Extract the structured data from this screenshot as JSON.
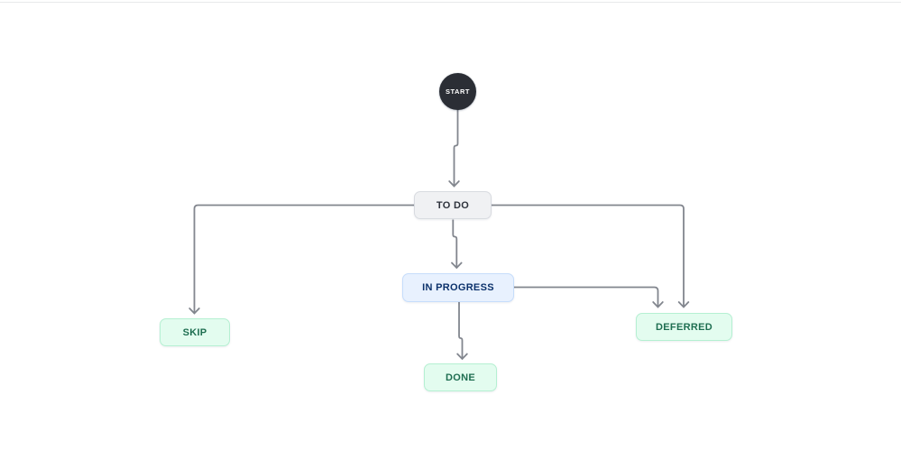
{
  "canvas": {
    "background": "#ffffff",
    "top_border_color": "#e8e9ea"
  },
  "diagram": {
    "connector": {
      "color": "#82868e",
      "width": "1.8"
    },
    "nodes": [
      {
        "id": "start",
        "label": "START",
        "shape": "circle",
        "bg": "#2b2e35",
        "text_color": "#ffffff"
      },
      {
        "id": "todo",
        "label": "TO DO",
        "shape": "rect",
        "bg": "#f0f1f3",
        "border": "#d8dbe0",
        "text_color": "#2e333c"
      },
      {
        "id": "in-progress",
        "label": "IN PROGRESS",
        "shape": "rect",
        "bg": "#e8f1fe",
        "border": "#c6ddfb",
        "text_color": "#0b316b"
      },
      {
        "id": "skip",
        "label": "SKIP",
        "shape": "rect",
        "bg": "#e3fcef",
        "border": "#b5f0d2",
        "text_color": "#1f6e51"
      },
      {
        "id": "deferred",
        "label": "DEFERRED",
        "shape": "rect",
        "bg": "#e3fcef",
        "border": "#b5f0d2",
        "text_color": "#1f6e51"
      },
      {
        "id": "done",
        "label": "DONE",
        "shape": "rect",
        "bg": "#e3fcef",
        "border": "#b5f0d2",
        "text_color": "#1f6e51"
      }
    ],
    "edges": [
      {
        "from": "start",
        "to": "todo"
      },
      {
        "from": "todo",
        "to": "in-progress"
      },
      {
        "from": "todo",
        "to": "skip"
      },
      {
        "from": "todo",
        "to": "deferred"
      },
      {
        "from": "in-progress",
        "to": "deferred"
      },
      {
        "from": "in-progress",
        "to": "done"
      }
    ]
  }
}
